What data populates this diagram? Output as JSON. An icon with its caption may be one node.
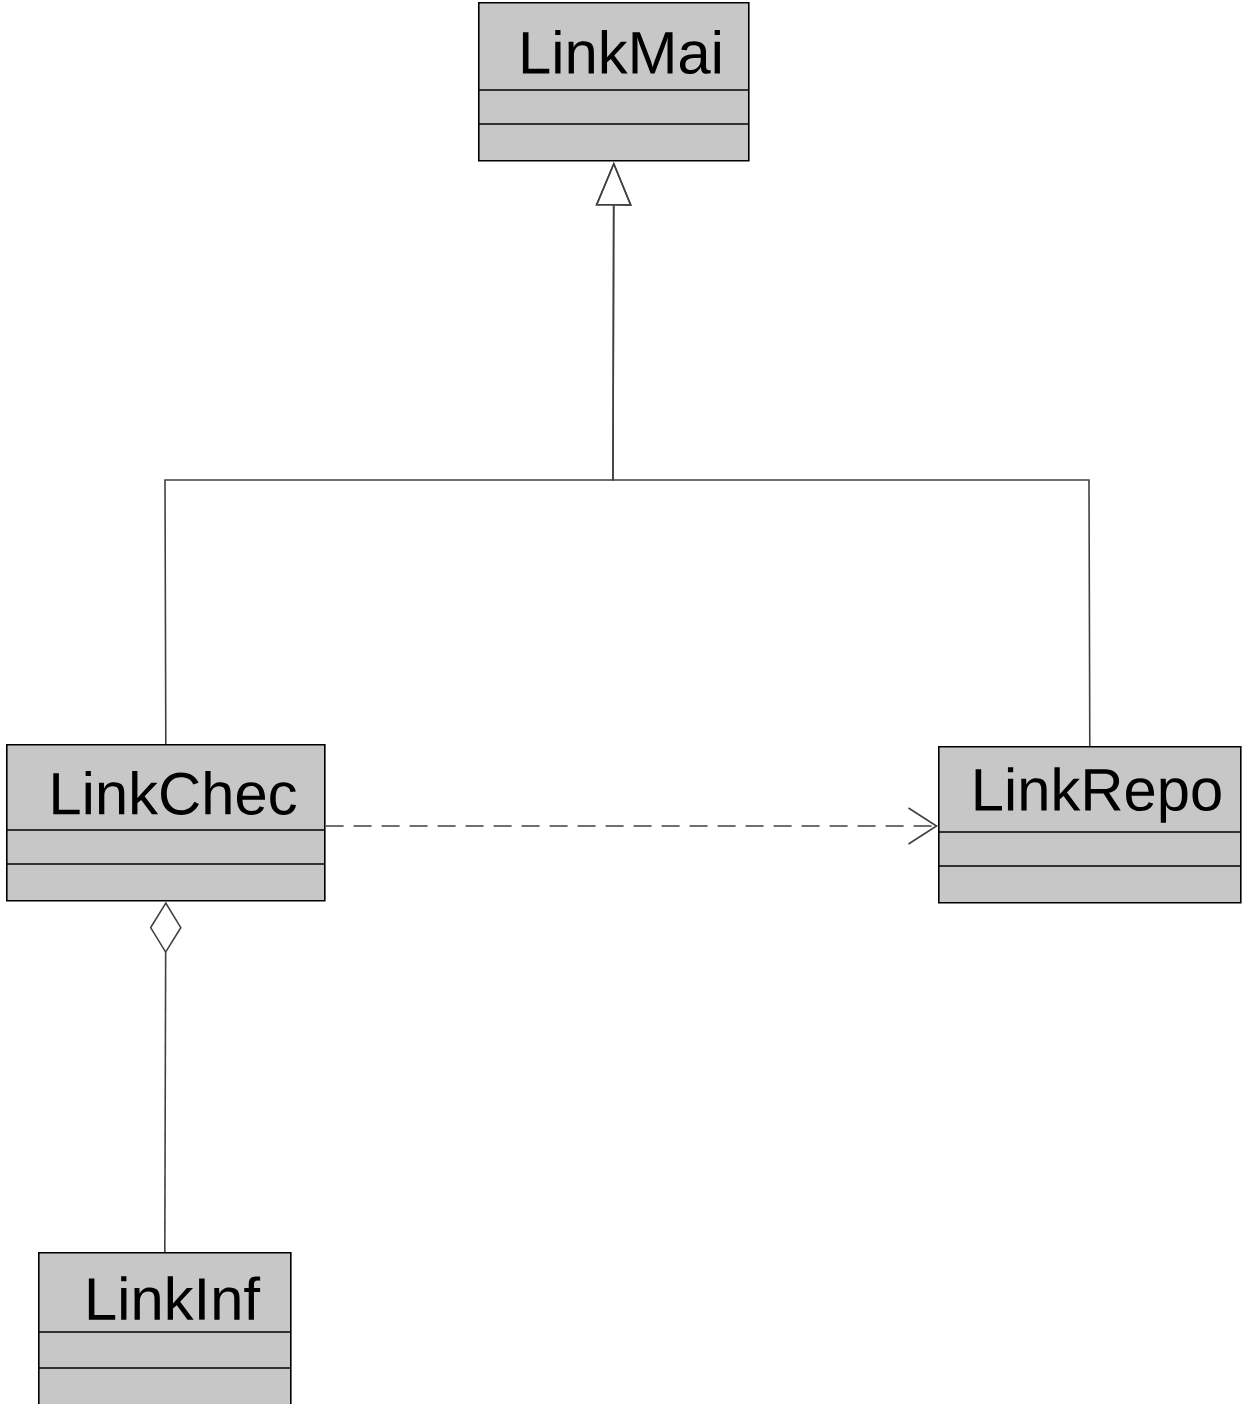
{
  "diagram": {
    "nodes": [
      {
        "text": [
          "LinkMai"
        ]
      },
      {
        "text": [
          "LinkChec"
        ]
      },
      {
        "text": [
          "LinkRepo"
        ]
      },
      {
        "text": [
          "LinkInf"
        ]
      }
    ],
    "edges": [
      {
        "from": 1,
        "to": 0,
        "arrow": "to"
      },
      {
        "from": 2,
        "to": 0,
        "arrow": "to"
      },
      {
        "from": 1,
        "to": 2,
        "arrow": "to",
        "style": "dashed"
      },
      {
        "from": 3,
        "to": 1,
        "arrow": "other"
      }
    ]
  }
}
